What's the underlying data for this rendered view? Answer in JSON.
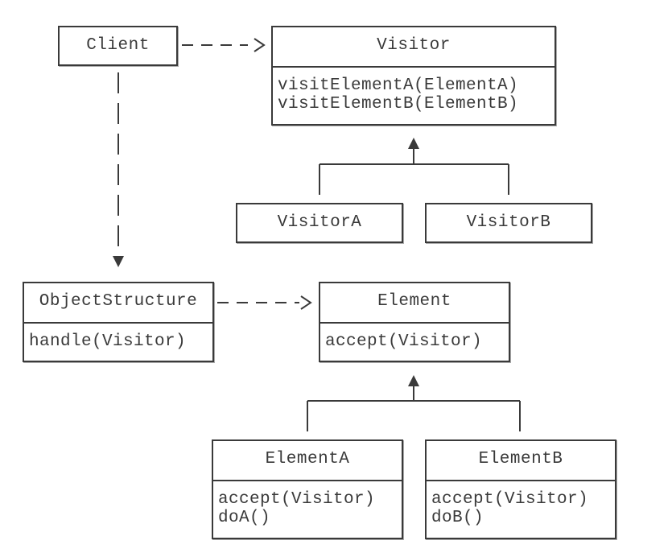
{
  "classes": {
    "client": {
      "name": "Client"
    },
    "visitor": {
      "name": "Visitor",
      "methods": [
        "visitElementA(ElementA)",
        "visitElementB(ElementB)"
      ]
    },
    "visitor_a": {
      "name": "VisitorA"
    },
    "visitor_b": {
      "name": "VisitorB"
    },
    "object_structure": {
      "name": "ObjectStructure",
      "methods": [
        "handle(Visitor)"
      ]
    },
    "element": {
      "name": "Element",
      "methods": [
        "accept(Visitor)"
      ]
    },
    "element_a": {
      "name": "ElementA",
      "methods": [
        "accept(Visitor)",
        "doA()"
      ]
    },
    "element_b": {
      "name": "ElementB",
      "methods": [
        "accept(Visitor)",
        "doB()"
      ]
    }
  },
  "relationships": [
    {
      "from": "Client",
      "to": "Visitor",
      "type": "dependency"
    },
    {
      "from": "Client",
      "to": "ObjectStructure",
      "type": "dependency"
    },
    {
      "from": "ObjectStructure",
      "to": "Element",
      "type": "dependency"
    },
    {
      "from": "VisitorA",
      "to": "Visitor",
      "type": "generalization"
    },
    {
      "from": "VisitorB",
      "to": "Visitor",
      "type": "generalization"
    },
    {
      "from": "ElementA",
      "to": "Element",
      "type": "generalization"
    },
    {
      "from": "ElementB",
      "to": "Element",
      "type": "generalization"
    }
  ],
  "colors": {
    "line": "#3a3a3a",
    "background": "#ffffff"
  }
}
